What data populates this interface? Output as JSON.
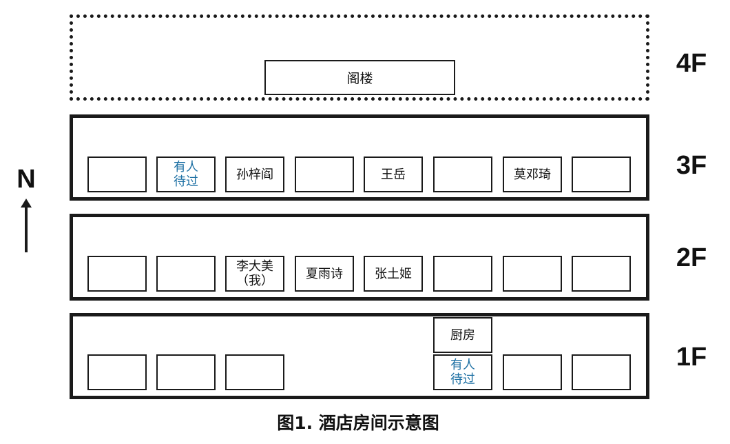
{
  "compass": {
    "label": "N",
    "arrow_icon": "north-arrow-icon"
  },
  "caption": "图1. 酒店房间示意图",
  "floors": [
    {
      "id": "4F",
      "label": "4F",
      "room_label": "阁楼"
    },
    {
      "id": "3F",
      "label": "3F",
      "rooms": [
        "",
        "有人\n待过",
        "孙梓阎",
        "",
        "王岳",
        "",
        "莫邓琦",
        ""
      ]
    },
    {
      "id": "2F",
      "label": "2F",
      "rooms": [
        "",
        "",
        "李大美\n（我）",
        "夏雨诗",
        "张土姬",
        "",
        "",
        ""
      ]
    },
    {
      "id": "1F",
      "label": "1F",
      "rooms": [
        "",
        "",
        "",
        "有人\n待过",
        "",
        ""
      ],
      "kitchen_label": "厨房"
    }
  ],
  "colors": {
    "highlight": "#1c6fa3",
    "border": "#1a1a1a"
  }
}
